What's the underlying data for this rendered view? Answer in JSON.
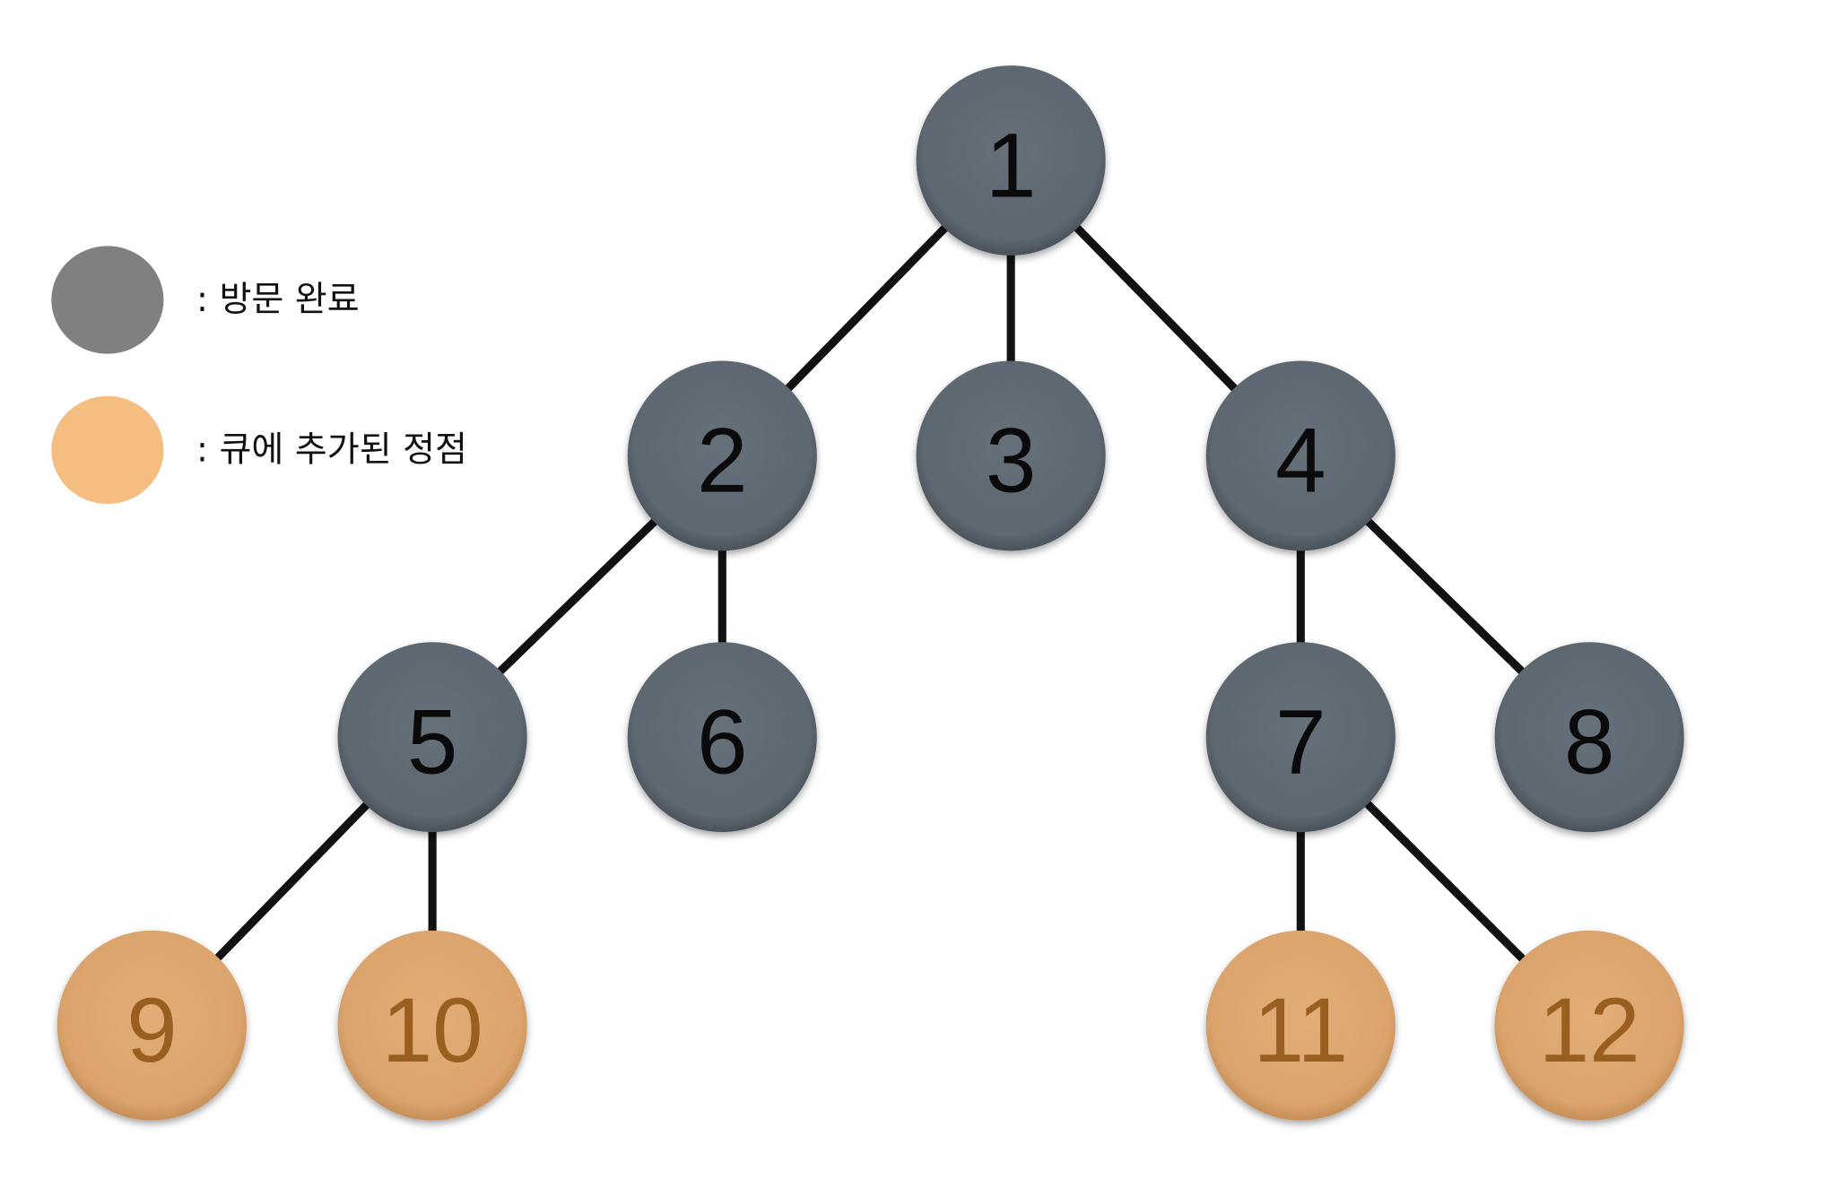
{
  "legend": {
    "visited": {
      "label": ":  방문 완료",
      "color": "#808080"
    },
    "queued": {
      "label": ":  큐에 추가된 정점",
      "color": "#f5bd80"
    }
  },
  "colors": {
    "visited_fill": "#5f6973",
    "visited_text": "#0a0a0a",
    "queued_fill": "#dca66f",
    "queued_text": "#9a5e1f",
    "edge": "#111111"
  },
  "nodes": [
    {
      "label": "1",
      "state": "visited"
    },
    {
      "label": "2",
      "state": "visited"
    },
    {
      "label": "3",
      "state": "visited"
    },
    {
      "label": "4",
      "state": "visited"
    },
    {
      "label": "5",
      "state": "visited"
    },
    {
      "label": "6",
      "state": "visited"
    },
    {
      "label": "7",
      "state": "visited"
    },
    {
      "label": "8",
      "state": "visited"
    },
    {
      "label": "9",
      "state": "queued"
    },
    {
      "label": "10",
      "state": "queued"
    },
    {
      "label": "11",
      "state": "queued"
    },
    {
      "label": "12",
      "state": "queued"
    }
  ],
  "edges": [
    [
      "1",
      "2"
    ],
    [
      "1",
      "3"
    ],
    [
      "1",
      "4"
    ],
    [
      "2",
      "5"
    ],
    [
      "2",
      "6"
    ],
    [
      "4",
      "7"
    ],
    [
      "4",
      "8"
    ],
    [
      "5",
      "9"
    ],
    [
      "5",
      "10"
    ],
    [
      "7",
      "11"
    ],
    [
      "7",
      "12"
    ]
  ]
}
